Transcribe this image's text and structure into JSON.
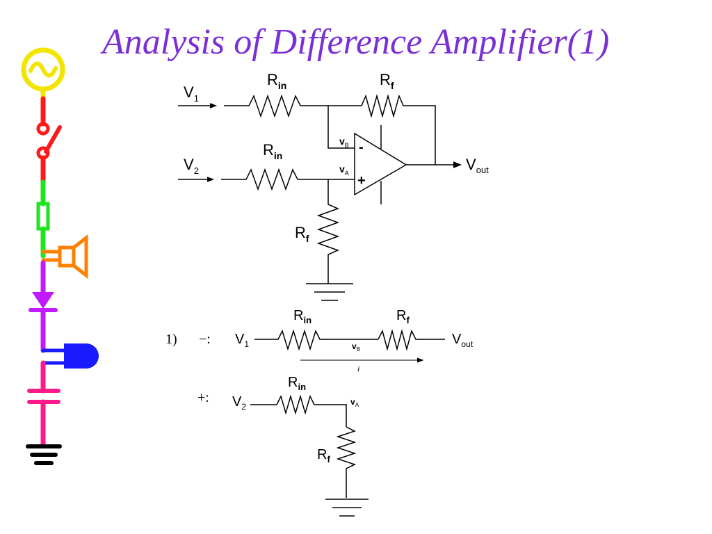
{
  "slide": {
    "title": "Analysis of Difference Amplifier(1)"
  },
  "colors": {
    "title": "#7b2fd6",
    "source": "#f2e600",
    "switch": "#ff1a1a",
    "fuse": "#1ee61e",
    "speaker": "#ff8000",
    "diode": "#c21aff",
    "sensor": "#1a1aff",
    "capacitor": "#ff1a8c",
    "ground": "#000000"
  },
  "sidebar_icons": [
    "ac-source-icon",
    "switch-icon",
    "fuse-icon",
    "speaker-icon",
    "diode-icon",
    "sensor-icon",
    "capacitor-icon",
    "ground-icon"
  ],
  "circuit": {
    "v1": {
      "main": "V",
      "sub": "1"
    },
    "v2": {
      "main": "V",
      "sub": "2"
    },
    "rin_top": {
      "main": "R",
      "sub": "in"
    },
    "rf_top": {
      "main": "R",
      "sub": "f"
    },
    "rin_mid": {
      "main": "R",
      "sub": "in"
    },
    "rf_bottom": {
      "main": "R",
      "sub": "f"
    },
    "vb": {
      "main": "v",
      "sub": "B"
    },
    "va": {
      "main": "v",
      "sub": "A"
    },
    "minus": "-",
    "plus": "+",
    "vout": {
      "main": "V",
      "sub": "out"
    }
  },
  "step1": {
    "number": "1)",
    "minus_label": "−:",
    "plus_label": "+:",
    "neg": {
      "v1": {
        "main": "V",
        "sub": "1"
      },
      "rin": {
        "main": "R",
        "sub": "in"
      },
      "rf": {
        "main": "R",
        "sub": "f"
      },
      "vb": {
        "main": "v",
        "sub": "B"
      },
      "vout": {
        "main": "V",
        "sub": "out"
      },
      "current": "i"
    },
    "pos": {
      "v2": {
        "main": "V",
        "sub": "2"
      },
      "rin": {
        "main": "R",
        "sub": "in"
      },
      "va": {
        "main": "v",
        "sub": "A"
      },
      "rf": {
        "main": "R",
        "sub": "f"
      }
    }
  }
}
